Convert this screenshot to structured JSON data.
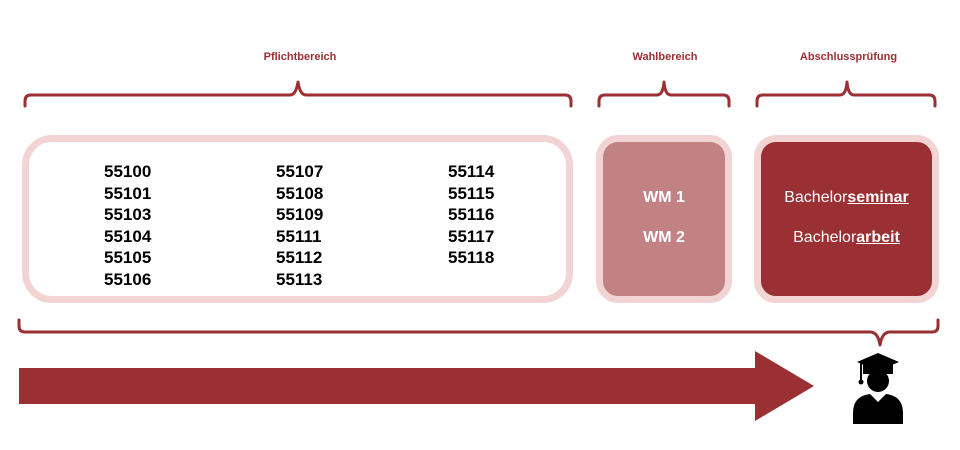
{
  "sections": {
    "pflicht": {
      "label": "Pflichtbereich"
    },
    "wahl": {
      "label": "Wahlbereich"
    },
    "abschluss": {
      "label": "Abschlussprüfung"
    }
  },
  "pflicht_courses": {
    "col1": [
      "55100",
      "55101",
      "55103",
      "55104",
      "55105",
      "55106"
    ],
    "col2": [
      "55107",
      "55108",
      "55109",
      "55111",
      "55112",
      "55113"
    ],
    "col3": [
      "55114",
      "55115",
      "55116",
      "55117",
      "55118"
    ]
  },
  "wahl_modules": [
    "WM 1",
    "WM 2"
  ],
  "abschluss_items": [
    {
      "prefix": "Bachelor",
      "emphasis": "seminar"
    },
    {
      "prefix": "Bachelor",
      "emphasis": "arbeit"
    }
  ],
  "icons": {
    "progress": "arrow-right-icon",
    "graduate": "graduate-icon"
  },
  "colors": {
    "accent": "#9a3033",
    "light": "#f2d4d4",
    "mid": "#c28283"
  }
}
